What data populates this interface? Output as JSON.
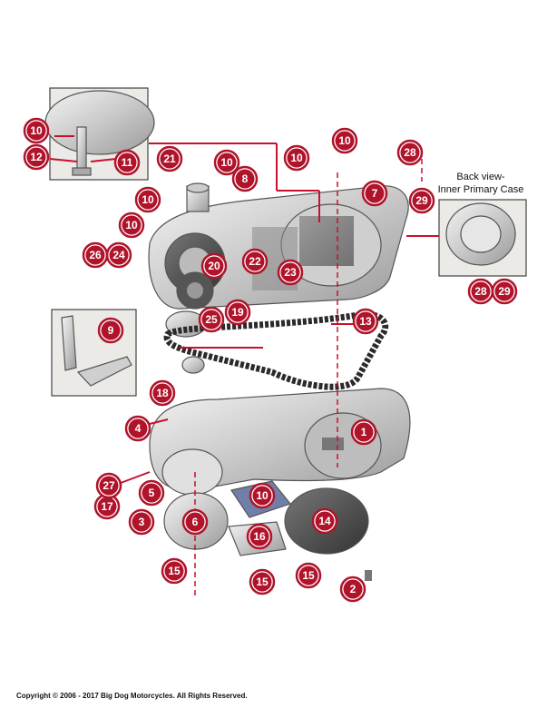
{
  "inset_label": {
    "line1": "Back view-",
    "line2": "Inner Primary Case"
  },
  "copyright": "Copyright © 2006 - 2017 Big Dog Motorcycles. All Rights Reserved.",
  "callouts": [
    "1",
    "2",
    "3",
    "4",
    "5",
    "6",
    "7",
    "8",
    "9",
    "10",
    "11",
    "12",
    "13",
    "14",
    "15",
    "16",
    "17",
    "18",
    "19",
    "20",
    "21",
    "22",
    "23",
    "24",
    "25",
    "26",
    "27",
    "28",
    "29"
  ],
  "colors": {
    "callout": "#b0142b",
    "leader": "#c8102e"
  }
}
